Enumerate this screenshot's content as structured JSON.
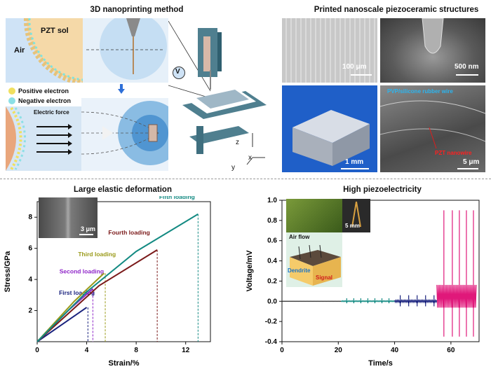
{
  "top_left": {
    "title": "3D nanoprinting method",
    "air_label": "Air",
    "sol_label": "PZT sol",
    "legend_positive": "Positive electron",
    "legend_negative": "Negative electron",
    "force_label": "Electric force",
    "voltage_label": "V",
    "axis_z": "z",
    "axis_x": "x",
    "axis_y": "y"
  },
  "top_right": {
    "title": "Printed nanoscale piezoceramic structures",
    "scale_1": "100 μm",
    "scale_2": "500 nm",
    "scale_3": "1 mm",
    "scale_4": "5 μm",
    "annotation_wire": "PVP/silicone rubber wire",
    "annotation_nanowire": "PZT nanowire"
  },
  "bottom_left": {
    "title": "Large elastic deformation",
    "inset_scale": "3 μm"
  },
  "bottom_right": {
    "title": "High piezoelectricity",
    "inset_scale": "5 mm",
    "label_airflow": "Air flow",
    "label_dendrite": "Dendrite",
    "label_signal": "Signal"
  },
  "colors": {
    "first": "#1a237e",
    "second": "#8e24c8",
    "third": "#9a9a1a",
    "fourth": "#7b1a1a",
    "fifth": "#138a82",
    "signal_pink": "#e0187a"
  },
  "chart_data": [
    {
      "type": "line",
      "title": "Large elastic deformation",
      "xlabel": "Strain/%",
      "ylabel": "Stress/GPa",
      "xlim": [
        0,
        14
      ],
      "ylim": [
        0,
        9
      ],
      "xticks": [
        "0",
        "4",
        "8",
        "12"
      ],
      "yticks": [
        "2",
        "4",
        "6",
        "8"
      ],
      "series": [
        {
          "name": "First loading",
          "color": "#1a237e",
          "points": [
            [
              0,
              0
            ],
            [
              2,
              1.1
            ],
            [
              4,
              2.2
            ]
          ],
          "unload_x": 4.1
        },
        {
          "name": "Second loading",
          "color": "#8e24c8",
          "points": [
            [
              0,
              0
            ],
            [
              2.5,
              2.0
            ],
            [
              4.5,
              3.4
            ]
          ],
          "unload_x": 4.5
        },
        {
          "name": "Third loading",
          "color": "#9a9a1a",
          "points": [
            [
              0,
              0
            ],
            [
              3,
              2.6
            ],
            [
              5.4,
              4.4
            ]
          ],
          "unload_x": 5.5
        },
        {
          "name": "Fourth loading",
          "color": "#7b1a1a",
          "points": [
            [
              0,
              0
            ],
            [
              5,
              3.6
            ],
            [
              9.7,
              5.9
            ]
          ],
          "unload_x": 9.7
        },
        {
          "name": "Fifth loading",
          "color": "#138a82",
          "points": [
            [
              0,
              0
            ],
            [
              4,
              3.2
            ],
            [
              8,
              5.8
            ],
            [
              13,
              8.2
            ]
          ],
          "unload_x": 13
        }
      ]
    },
    {
      "type": "line",
      "title": "High piezoelectricity",
      "xlabel": "Time/s",
      "ylabel": "Voltage/mV",
      "xlim": [
        0,
        70
      ],
      "ylim": [
        -0.4,
        1.0
      ],
      "xticks": [
        "0",
        "20",
        "40",
        "60"
      ],
      "yticks": [
        "-0.4",
        "-0.2",
        "0.0",
        "0.2",
        "0.4",
        "0.6",
        "0.8",
        "1.0"
      ],
      "segments": [
        {
          "color": "#333333",
          "x": [
            0,
            21
          ],
          "amp_up": 0.01,
          "amp_down": 0.01,
          "spikes": []
        },
        {
          "color": "#138a82",
          "x": [
            21,
            40
          ],
          "amp_up": 0.03,
          "amp_down": 0.02,
          "spikes": [
            23,
            25.5,
            28,
            30.5,
            33,
            35.5,
            38
          ]
        },
        {
          "color": "#1a237e",
          "x": [
            40,
            55
          ],
          "amp_up": 0.06,
          "amp_down": 0.05,
          "spikes": [
            42,
            45,
            48,
            51,
            54
          ]
        },
        {
          "color": "#e0187a",
          "x": [
            55,
            69
          ],
          "amp_up": 0.9,
          "amp_down": 0.35,
          "spikes": [
            57.5,
            60.5,
            63,
            65.5,
            68
          ]
        }
      ]
    }
  ]
}
